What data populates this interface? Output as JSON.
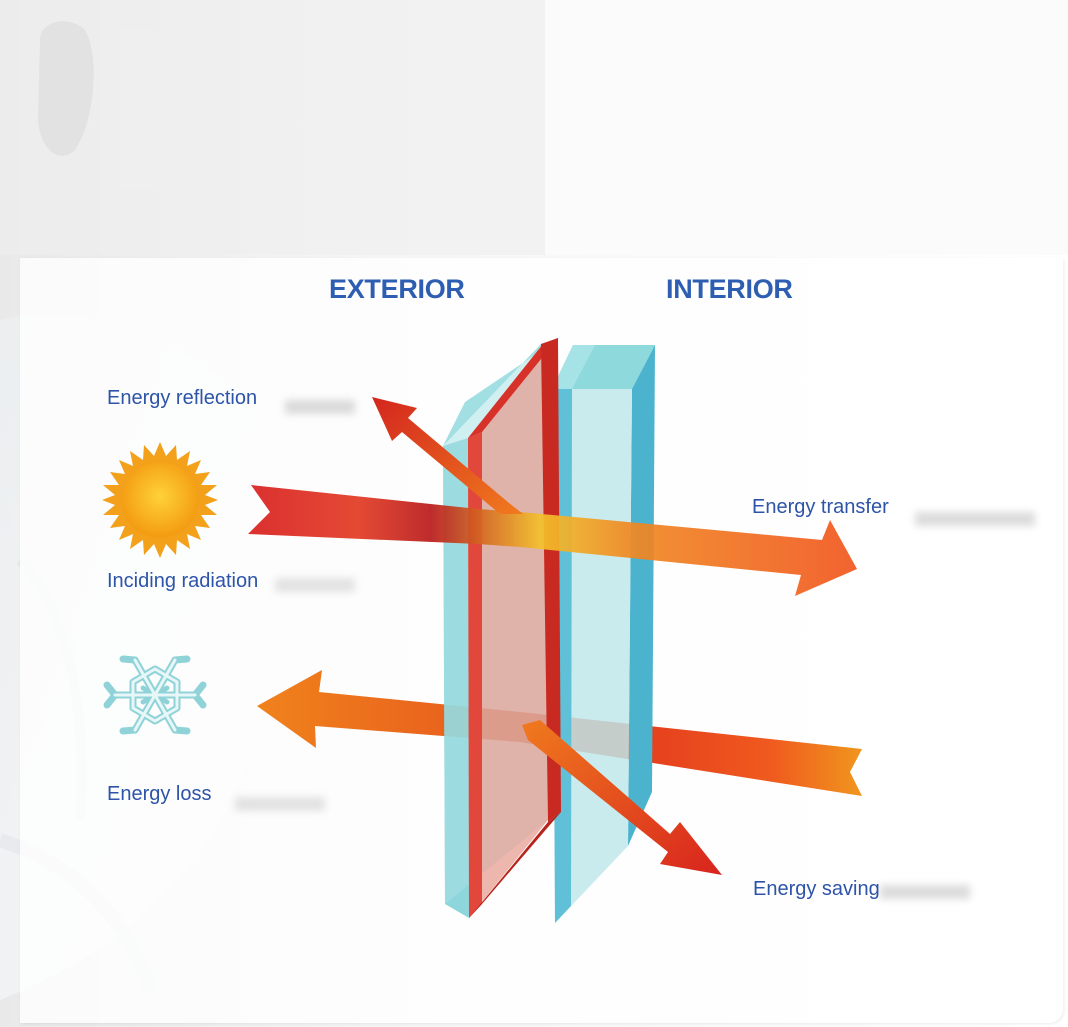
{
  "diagram": {
    "sides": {
      "exterior": "EXTERIOR",
      "interior": "INTERIOR"
    },
    "labels": {
      "energy_reflection": "Energy reflection",
      "inciding_radiation": "Inciding radiation",
      "energy_transfer": "Energy transfer",
      "energy_loss": "Energy loss",
      "energy_saving": "Energy saving"
    },
    "icons": {
      "sun": "sun-icon",
      "snowflake": "snowflake-icon"
    },
    "colors": {
      "label_blue": "#2d5eb1",
      "glass_cyan": "#7fd3d8",
      "coating_red": "#e03a2c",
      "arrow_orange": "#f07a1e",
      "arrow_red": "#d8261e",
      "sun_yellow": "#f7b21a"
    }
  }
}
